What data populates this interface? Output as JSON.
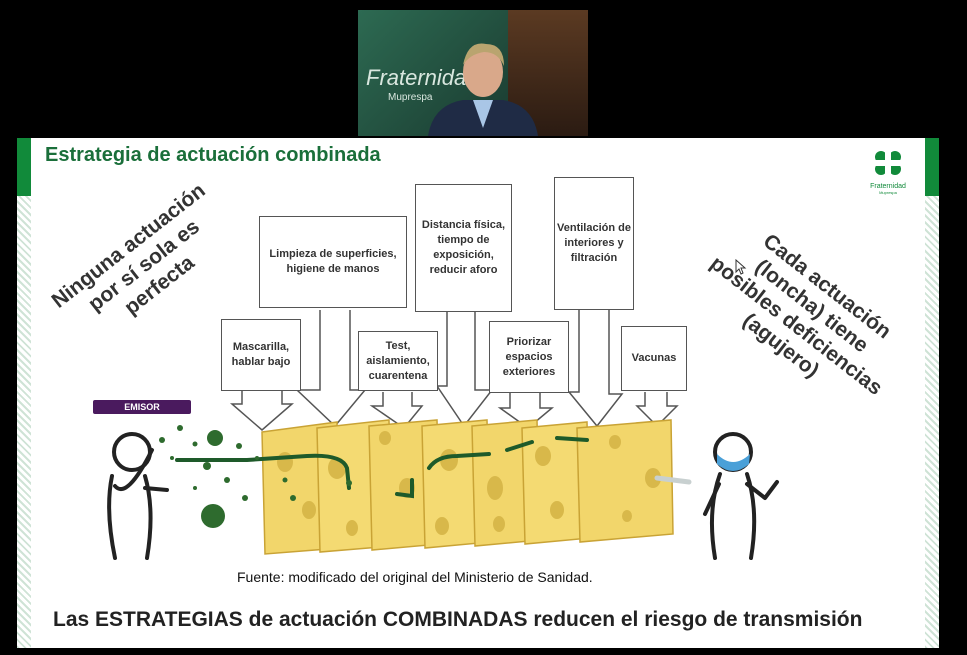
{
  "webcam": {
    "logo_text": "Fraternidad",
    "logo_sub": "Muprespa"
  },
  "slide": {
    "title": "Estrategia de actuación combinada",
    "brand_name": "Fraternidad",
    "brand_sub": "Muprespa",
    "left_statement": "Ninguna actuación por sí sola es perfecta",
    "right_statement": "Cada actuación (loncha) tiene posibles deficiencias (agujero)",
    "emisor_label": "EMISOR",
    "callouts": [
      {
        "label": "Mascarilla, hablar bajo"
      },
      {
        "label": "Limpieza de superficies, higiene de manos"
      },
      {
        "label": "Test, aislamiento, cuarentena"
      },
      {
        "label": "Distancia física, tiempo de exposición, reducir aforo"
      },
      {
        "label": "Priorizar espacios exteriores"
      },
      {
        "label": "Ventilación de interiores y filtración"
      },
      {
        "label": "Vacunas"
      }
    ],
    "source_note": "Fuente:  modificado del original del Ministerio de Sanidad.",
    "footer": "Las ESTRATEGIAS de actuación COMBINADAS reducen el riesgo de transmisión"
  },
  "colors": {
    "brand_green": "#118a3a",
    "title_green": "#1a6f3a",
    "cheese": "#f2d66b",
    "emisor_purple": "#4a1a5e"
  }
}
